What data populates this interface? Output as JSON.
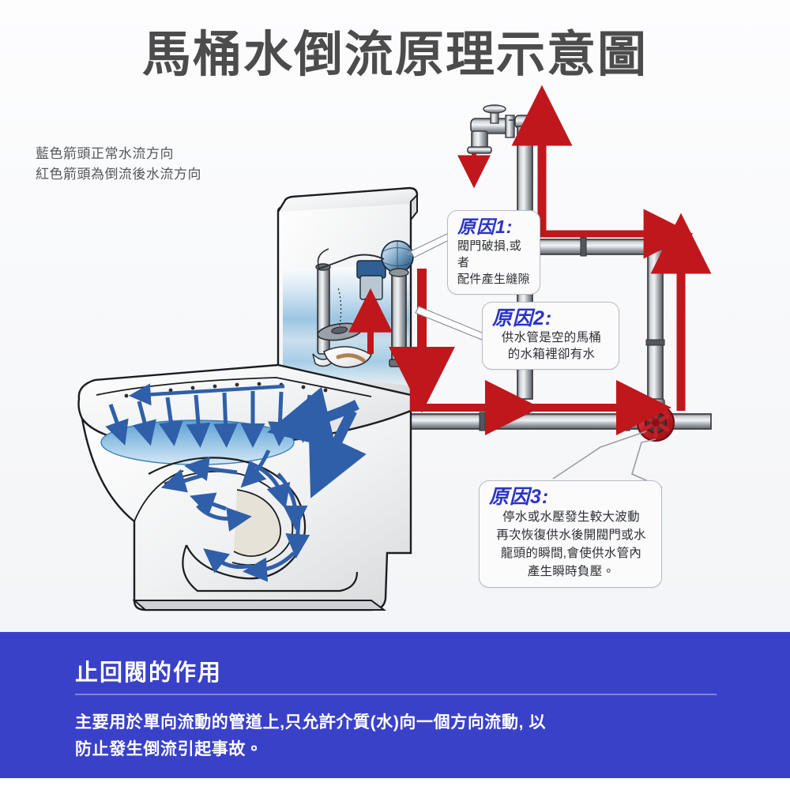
{
  "title": "馬桶水倒流原理示意圖",
  "legend": {
    "line1": "藍色箭頭正常水流方向",
    "line2": "紅色箭頭為倒流後水流方向"
  },
  "callouts": [
    {
      "id": "cause-1",
      "heading": "原因1:",
      "body_lines": [
        "閥門破損,或者",
        "配件產生縫隙"
      ]
    },
    {
      "id": "cause-2",
      "heading": "原因2:",
      "body_lines": [
        "供水管是空的馬桶",
        "的水箱裡卻有水"
      ]
    },
    {
      "id": "cause-3",
      "heading": "原因3:",
      "body_lines": [
        "停水或水壓發生較大波動",
        "再次恢復供水後開閥門或水",
        "龍頭的瞬間,會使供水管內",
        "產生瞬時負壓。"
      ]
    }
  ],
  "banner": {
    "heading": "止回閥的作用",
    "body_line1": "主要用於單向流動的管道上,只允許介質(水)向一個方向流動, 以",
    "body_line2": "防止發生倒流引起事故。"
  },
  "colors": {
    "banner_blue": "#3a41c9",
    "callout_heading_blue": "#2b34c6",
    "normal_flow_arrow": "#2f5fa8",
    "backflow_arrow": "#c0171c",
    "valve_wheel": "#c22026",
    "title_gray": "#4c4c4c",
    "page_background": "#f7f8fa"
  },
  "illustration": {
    "name": "toilet-backflow-diagram",
    "parts": [
      "faucet",
      "supply-riser-pipe",
      "horizontal-supply-pipe",
      "elbow-pipe",
      "red-gate-valve-wheel",
      "toilet-tank",
      "fill-valve",
      "float-ball",
      "flapper",
      "overflow-tube",
      "toilet-bowl",
      "siphon-trap",
      "pedestal"
    ],
    "arrow_counts": {
      "blue_normal_flow": 26,
      "red_backflow": 7
    }
  }
}
